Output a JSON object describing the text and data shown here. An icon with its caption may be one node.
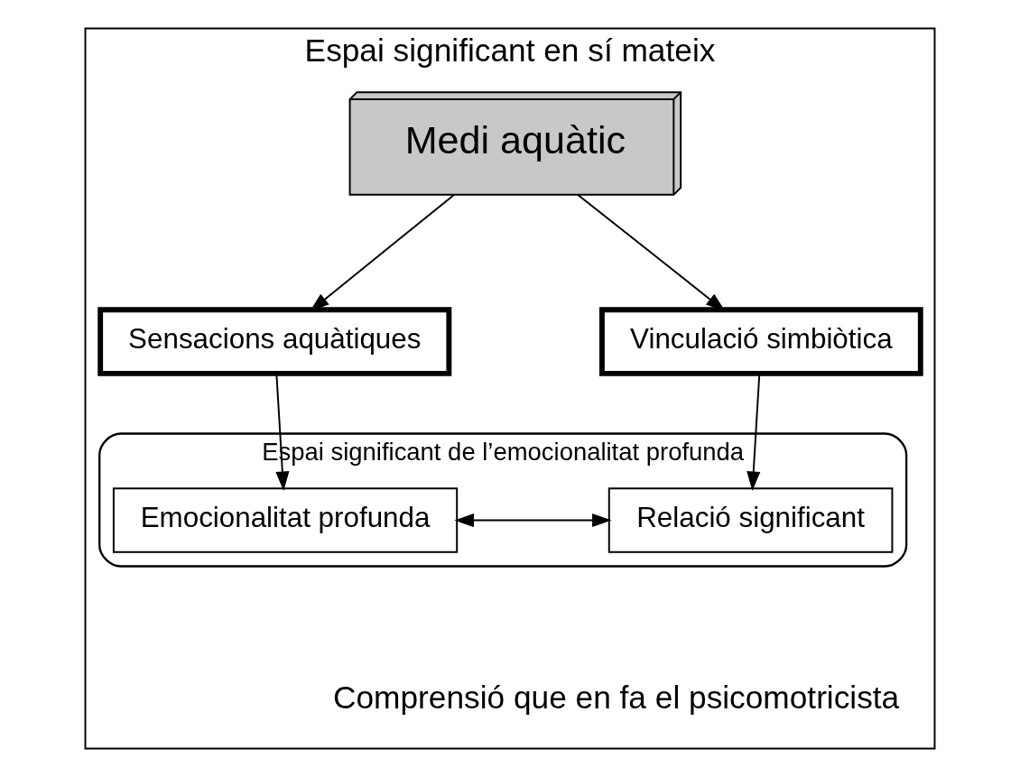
{
  "diagram": {
    "nodes": [
      {
        "text": [
          "Espai significant en sí mateix"
        ]
      },
      {
        "text": [
          "Medi aquàtic"
        ],
        "in": 0
      },
      {
        "text": [
          "Sensacions aquàtiques"
        ],
        "in": 0
      },
      {
        "text": [
          "Vinculació simbiòtica"
        ],
        "in": 0
      },
      {
        "text": [
          "Espai significant de l’emocionalitat profunda"
        ],
        "in": 0
      },
      {
        "text": [
          "Emocionalitat profunda"
        ],
        "in": 4
      },
      {
        "text": [
          "Relació significant"
        ],
        "in": 4
      }
    ],
    "edges": [
      {
        "from": 1,
        "to": 2,
        "arrow": "to"
      },
      {
        "from": 1,
        "to": 3,
        "arrow": "to"
      },
      {
        "from": 2,
        "to": 5,
        "arrow": "to"
      },
      {
        "from": 3,
        "to": 6,
        "arrow": "to"
      },
      {
        "from": 5,
        "to": 6,
        "arrow": "both"
      }
    ],
    "labels": [
      "Comprensió que en fa el psicomotricista"
    ]
  }
}
